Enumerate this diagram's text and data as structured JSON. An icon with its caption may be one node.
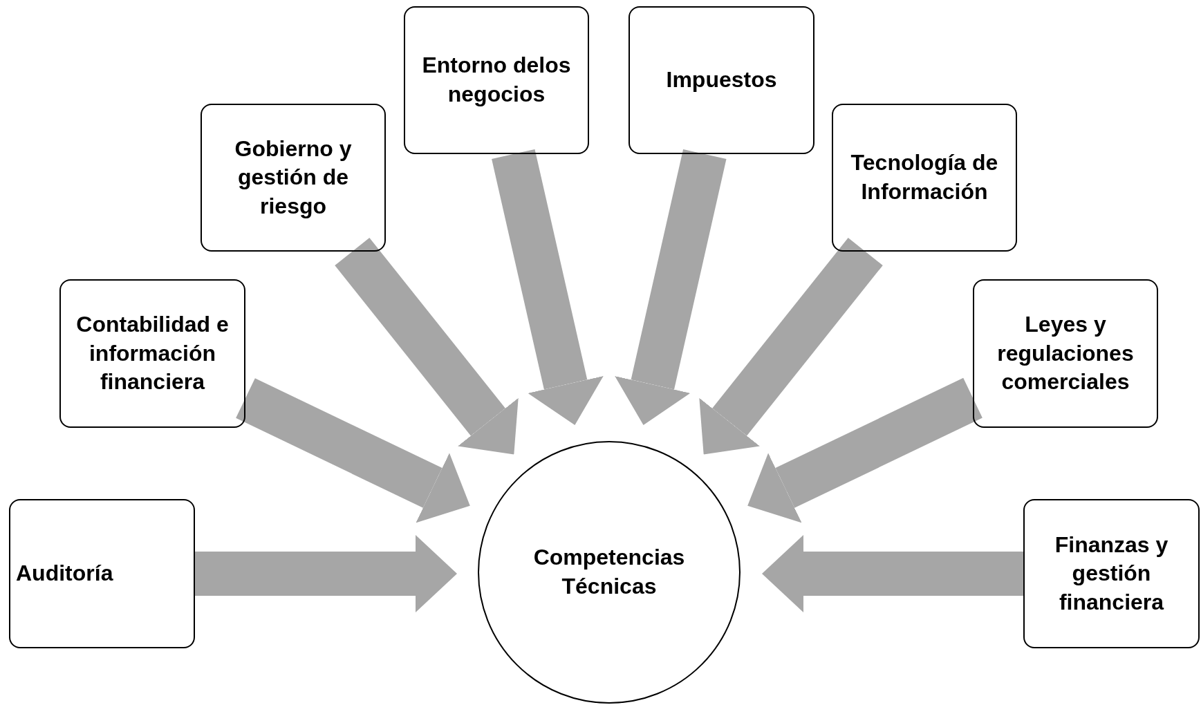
{
  "diagram": {
    "nodes": [
      {
        "text": [
          "Entorno delos negocios"
        ]
      },
      {
        "text": [
          "Impuestos"
        ]
      },
      {
        "text": [
          "Gobierno y gestión de riesgo"
        ]
      },
      {
        "text": [
          "Tecnología de Información"
        ]
      },
      {
        "text": [
          "Contabilidad e información financiera"
        ]
      },
      {
        "text": [
          "Leyes y regulaciones comerciales"
        ]
      },
      {
        "text": [
          "Auditoría"
        ]
      },
      {
        "text": [
          "Finanzas y gestión financiera"
        ]
      },
      {
        "text": [
          "Competencias Técnicas"
        ]
      }
    ],
    "edges": [
      {
        "from": 0,
        "to": 8,
        "arrow": "to"
      },
      {
        "from": 1,
        "to": 8,
        "arrow": "to"
      },
      {
        "from": 2,
        "to": 8,
        "arrow": "to"
      },
      {
        "from": 3,
        "to": 8,
        "arrow": "to"
      },
      {
        "from": 4,
        "to": 8,
        "arrow": "to"
      },
      {
        "from": 5,
        "to": 8,
        "arrow": "to"
      },
      {
        "from": 6,
        "to": 8,
        "arrow": "to"
      },
      {
        "from": 7,
        "to": 8,
        "arrow": "to"
      }
    ]
  }
}
